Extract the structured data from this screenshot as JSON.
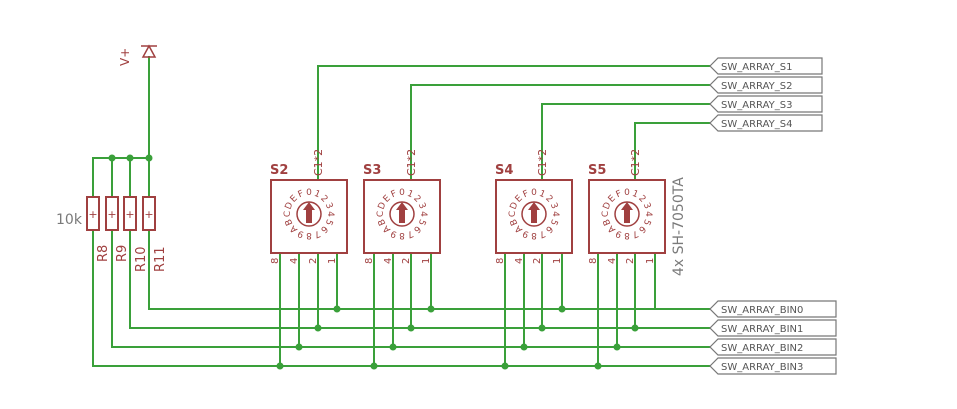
{
  "power": {
    "label": "V+"
  },
  "resistors": {
    "value_label": "10k",
    "names": [
      "R8",
      "R9",
      "R10",
      "R11"
    ]
  },
  "switches": [
    {
      "name": "S2",
      "common_label": "C1*2"
    },
    {
      "name": "S3",
      "common_label": "C1*2"
    },
    {
      "name": "S4",
      "common_label": "C1*2"
    },
    {
      "name": "S5",
      "common_label": "C1*2"
    }
  ],
  "switch_part_value": "4x SH-7050TA",
  "switch_pins": [
    "8",
    "4",
    "2",
    "1"
  ],
  "dial_chars": [
    "0",
    "1",
    "2",
    "3",
    "4",
    "5",
    "6",
    "7",
    "8",
    "9",
    "A",
    "B",
    "C",
    "D",
    "E",
    "F"
  ],
  "net_labels": {
    "top": [
      "SW_ARRAY_S1",
      "SW_ARRAY_S2",
      "SW_ARRAY_S3",
      "SW_ARRAY_S4"
    ],
    "bottom": [
      "SW_ARRAY_BIN0",
      "SW_ARRAY_BIN1",
      "SW_ARRAY_BIN2",
      "SW_ARRAY_BIN3"
    ]
  },
  "colors": {
    "wire": "#3aa03a",
    "part": "#a04040",
    "junction": "#3aa03a",
    "net_label_border": "#777777"
  }
}
